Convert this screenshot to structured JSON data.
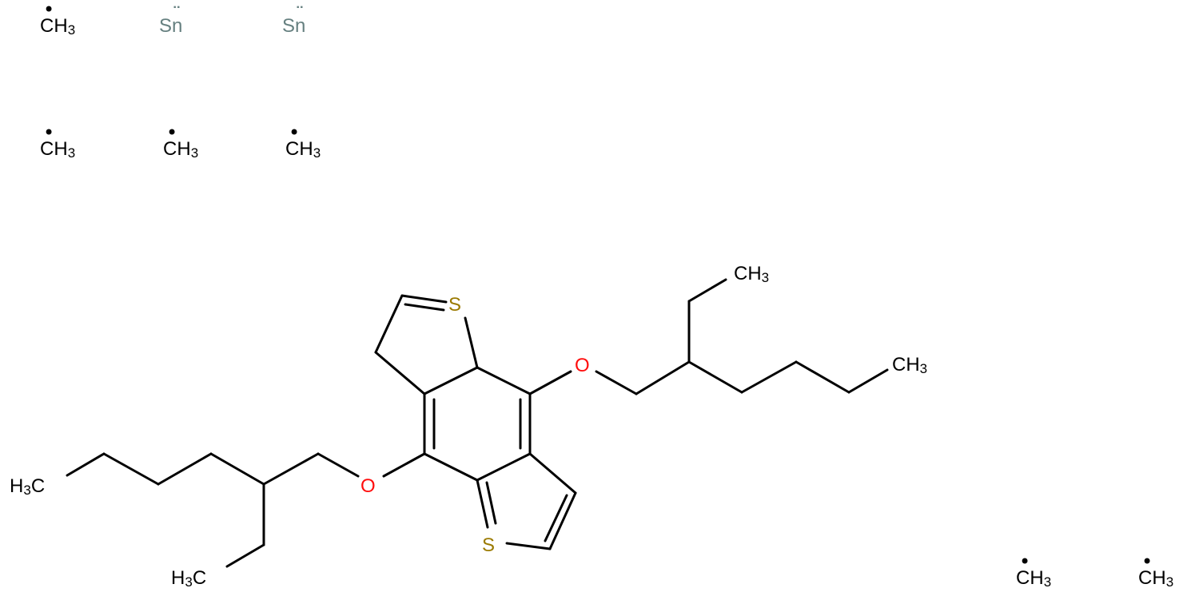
{
  "colors": {
    "carbon": "#000000",
    "oxygen": "#ff0d0d",
    "sulfur": "#9b7a00",
    "tin": "#668080"
  },
  "fragments": {
    "methyl_radical": {
      "symbol": "C",
      "h": "H",
      "count": "3",
      "dot": "•"
    },
    "tin": {
      "symbol": "Sn",
      "dots": "¨"
    }
  },
  "labels": {
    "oxygen": "O",
    "sulfur": "S",
    "ch3_right": {
      "c": "CH",
      "n": "3"
    },
    "h3c_left": {
      "h": "H",
      "n": "3",
      "c": "C"
    }
  }
}
